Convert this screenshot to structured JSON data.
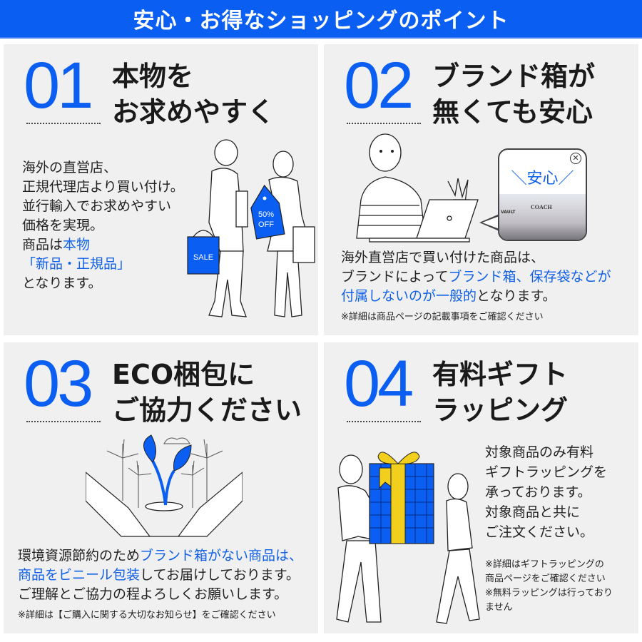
{
  "header": {
    "title": "安心・お得なショッピングのポイント",
    "background_color": "#0a5ef2"
  },
  "colors": {
    "accent_blue": "#0a5ef2",
    "highlight_text": "#1160e8",
    "panel_bg": "#f0f0f0",
    "gift_ribbon": "#f2cf1c"
  },
  "points": [
    {
      "number": "01",
      "title_line1": "本物を",
      "title_line2": "お求めやすく",
      "body": {
        "line1": "海外の直営店、",
        "line2": "正規代理店より買い付け。",
        "line3": "並行輸入でお求めやすい",
        "line4": "価格を実現。",
        "line5_plain": "商品は",
        "line5_blue": "本物",
        "line6_blue": "「新品・正規品」",
        "line7": "となります。"
      },
      "illustration": {
        "icon": "shopping-couple-icon",
        "bag_label": "SALE",
        "tag_line1": "50%",
        "tag_line2": "OFF"
      }
    },
    {
      "number": "02",
      "title_line1": "ブランド箱が",
      "title_line2": "無くても安心",
      "bubble": {
        "caption": "＼安心／",
        "close_icon": "✕",
        "store_name": "COACH",
        "store_sign": "VAULT"
      },
      "body": {
        "line1": "海外直営店で買い付けた商品は、",
        "line2_plain": "ブランドによって",
        "line2_blue": "ブランド箱、保存袋などが",
        "line3_blue": "付属しないのが一般的",
        "line3_plain": "となります。"
      },
      "note": "※詳細は商品ページの記載事項をご確認ください"
    },
    {
      "number": "03",
      "title_line1": "ECO梱包に",
      "title_line2": "ご協力ください",
      "body": {
        "line1_plain": "環境資源節約のため",
        "line1_blue": "ブランド箱がない商品は、",
        "line2_blue": "商品をビニール包装",
        "line2_plain": "してお届けしております。",
        "line3": "ご理解とご協力の程よろしくお願いします。"
      },
      "note": "※詳細は【ご購入に関する大切なお知らせ】をご確認ください"
    },
    {
      "number": "04",
      "title_line1": "有料ギフト",
      "title_line2": "ラッピング",
      "body": {
        "line1": "対象商品のみ有料",
        "line2": "ギフトラッピングを",
        "line3": "承っております。",
        "line4": "対象商品と共に",
        "line5": "ご注文ください。"
      },
      "note1_line1": "※詳細はギフトラッピングの",
      "note1_line2": "商品ページをご確認ください",
      "note2_line1": "※無料ラッピングは行っており",
      "note2_line2": "ません"
    }
  ]
}
